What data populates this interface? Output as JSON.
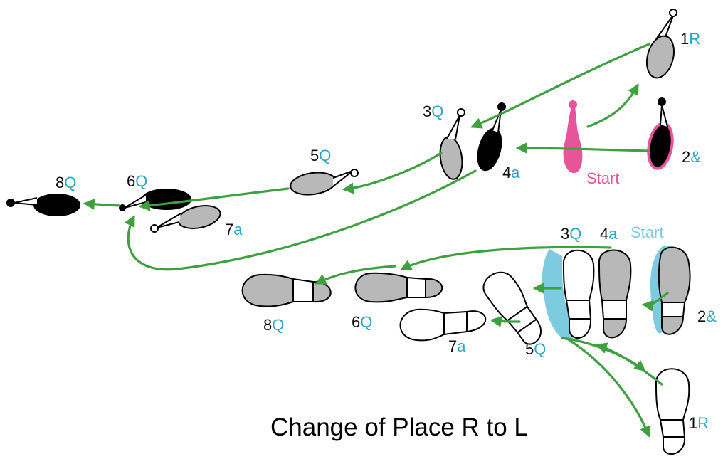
{
  "title": "Change of Place R to L",
  "colors": {
    "arrow": "#3fa03f",
    "count": "#2aa7c6",
    "start_pink": "#e8549a",
    "start_blue": "#7ccbe0",
    "gray_fill": "#b8b8b8",
    "black_fill": "#000000"
  },
  "upper_diagram": {
    "steps": [
      {
        "num": "1",
        "count": "R"
      },
      {
        "num": "2",
        "count": "&"
      },
      {
        "num": "3",
        "count": "Q"
      },
      {
        "num": "4",
        "count": "a"
      },
      {
        "num": "5",
        "count": "Q"
      },
      {
        "num": "6",
        "count": "Q"
      },
      {
        "num": "7",
        "count": "a"
      },
      {
        "num": "8",
        "count": "Q"
      }
    ],
    "start_label": "Start"
  },
  "lower_diagram": {
    "steps": [
      {
        "num": "1",
        "count": "R"
      },
      {
        "num": "2",
        "count": "&"
      },
      {
        "num": "3",
        "count": "Q"
      },
      {
        "num": "4",
        "count": "a"
      },
      {
        "num": "5",
        "count": "Q"
      },
      {
        "num": "6",
        "count": "Q"
      },
      {
        "num": "7",
        "count": "a"
      },
      {
        "num": "8",
        "count": "Q"
      }
    ],
    "start_label": "Start"
  }
}
